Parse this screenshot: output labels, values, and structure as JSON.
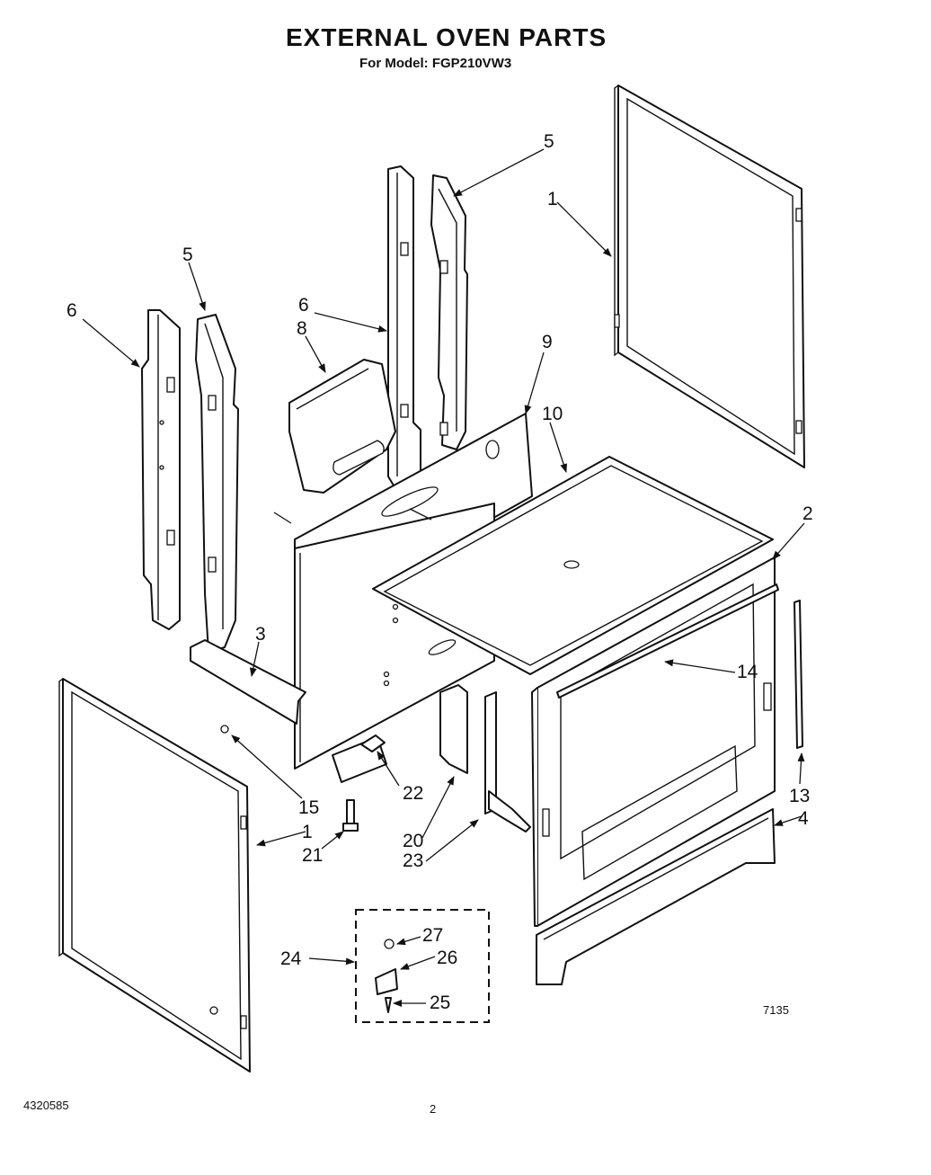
{
  "header": {
    "title": "EXTERNAL OVEN PARTS",
    "subtitle": "For Model: FGP210VW3"
  },
  "footer": {
    "doc_number": "4320585",
    "page_number": "2",
    "figure_number": "7135"
  },
  "callouts": {
    "c5_right": "5",
    "c1_top": "1",
    "c5_left": "5",
    "c6_left": "6",
    "c6_mid": "6",
    "c8": "8",
    "c9": "9",
    "c10": "10",
    "c2": "2",
    "c3": "3",
    "c14": "14",
    "c13": "13",
    "c4": "4",
    "c15": "15",
    "c22": "22",
    "c1_bottom": "1",
    "c21": "21",
    "c20": "20",
    "c23": "23",
    "c24": "24",
    "c27": "27",
    "c26": "26",
    "c25": "25"
  }
}
